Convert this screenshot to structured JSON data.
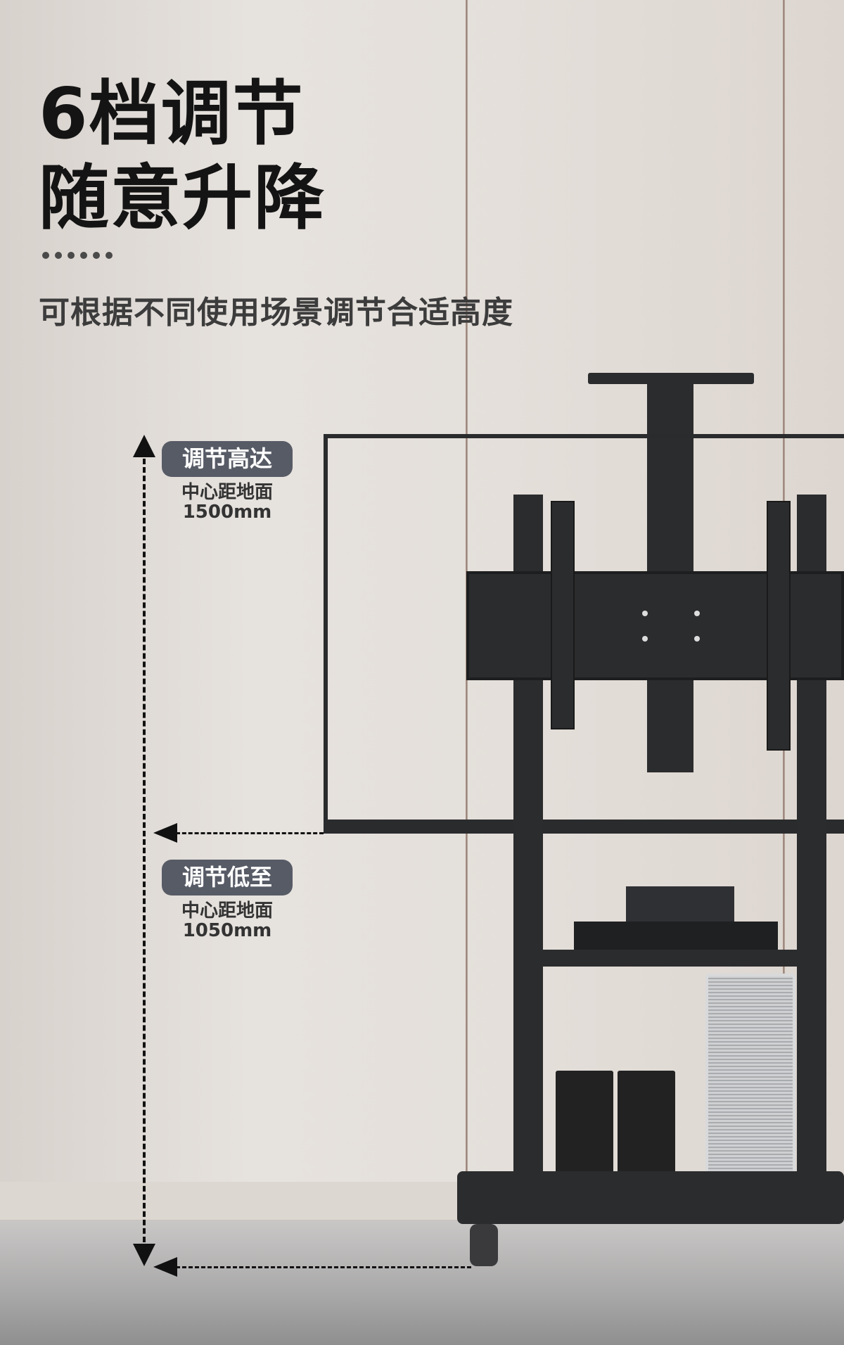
{
  "headline": {
    "line1": "6档调节",
    "line2": "随意升降"
  },
  "subtitle": "可根据不同使用场景调节合适高度",
  "max_height": {
    "badge": "调节高达",
    "label": "中心距地面",
    "value": "1500mm"
  },
  "min_height": {
    "badge": "调节低至",
    "label": "中心距地面",
    "value": "1050mm"
  },
  "colors": {
    "badge_bg": "#575b66",
    "stand": "#2b2c2e"
  }
}
